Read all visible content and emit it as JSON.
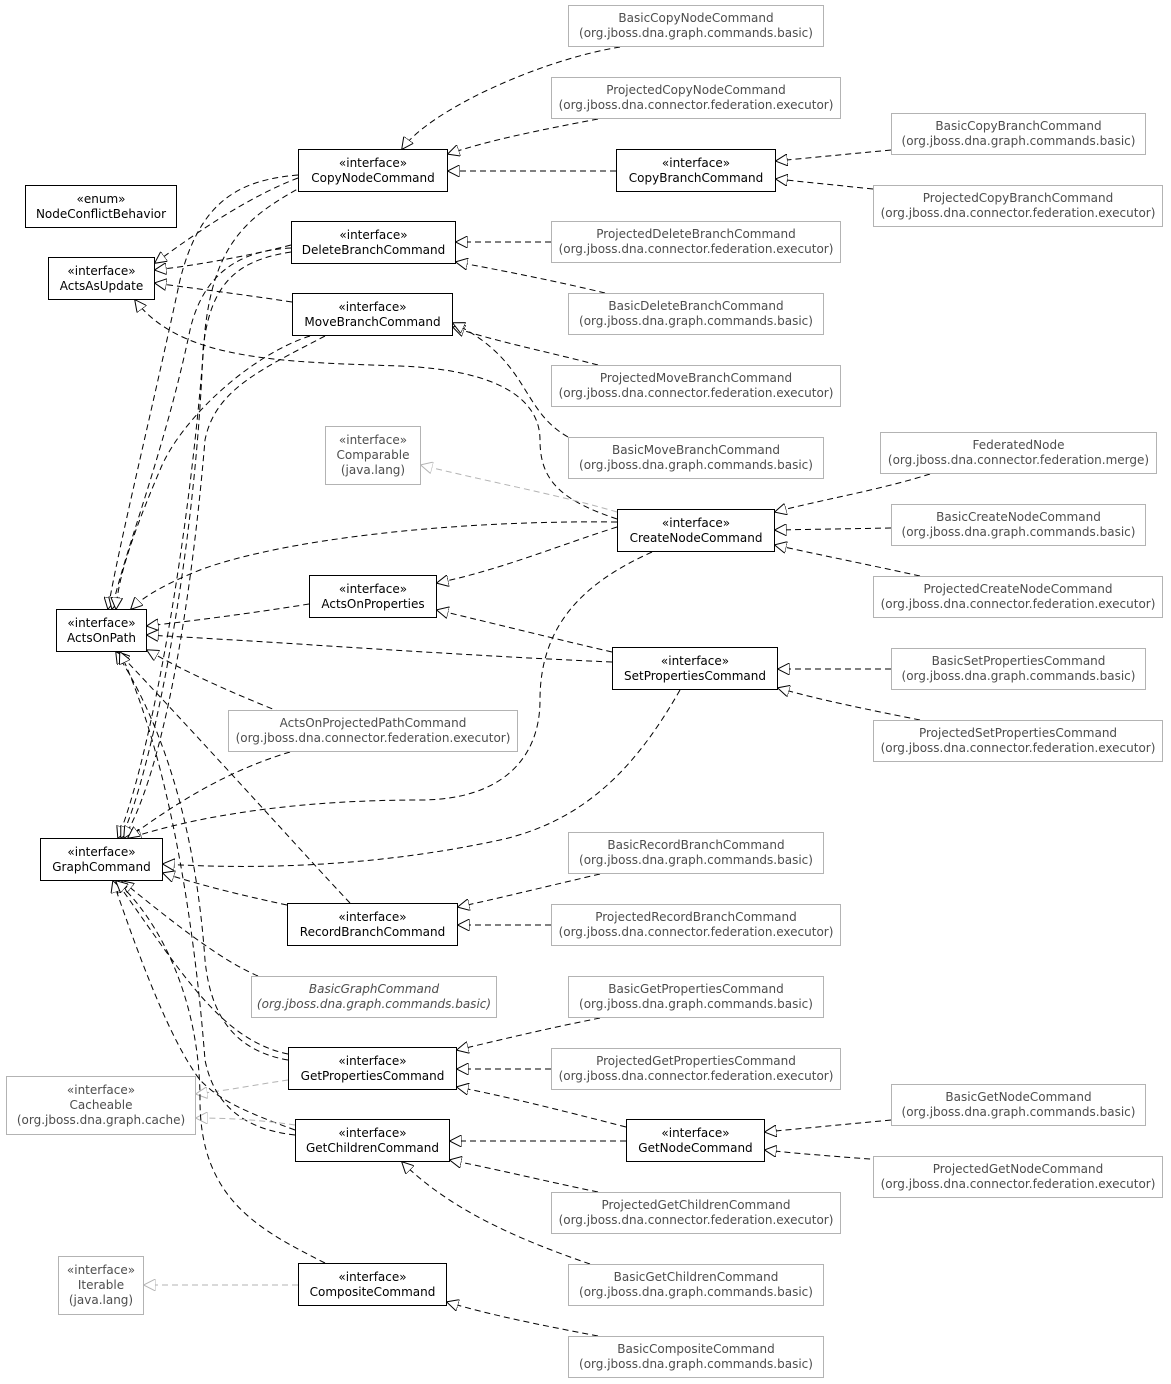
{
  "theme": {
    "core_border": "#000000",
    "core_text": "#000000",
    "external_border": "#b3b3b3",
    "external_text": "#4d4d4d",
    "external_edge": "#b3b3b3",
    "edge": "#000000"
  },
  "nodes": [
    {
      "id": "BasicCopyNodeCommand",
      "kind": "external",
      "lines": [
        "BasicCopyNodeCommand",
        "(org.jboss.dna.graph.commands.basic)"
      ]
    },
    {
      "id": "ProjectedCopyNodeCommand",
      "kind": "external",
      "lines": [
        "ProjectedCopyNodeCommand",
        "(org.jboss.dna.connector.federation.executor)"
      ]
    },
    {
      "id": "BasicCopyBranchCommand",
      "kind": "external",
      "lines": [
        "BasicCopyBranchCommand",
        "(org.jboss.dna.graph.commands.basic)"
      ]
    },
    {
      "id": "CopyNodeCommand",
      "kind": "core",
      "lines": [
        "«interface»",
        "CopyNodeCommand"
      ]
    },
    {
      "id": "CopyBranchCommand",
      "kind": "core",
      "lines": [
        "«interface»",
        "CopyBranchCommand"
      ]
    },
    {
      "id": "ProjectedCopyBranchCommand",
      "kind": "external",
      "lines": [
        "ProjectedCopyBranchCommand",
        "(org.jboss.dna.connector.federation.executor)"
      ]
    },
    {
      "id": "NodeConflictBehavior",
      "kind": "core",
      "lines": [
        "«enum»",
        "NodeConflictBehavior"
      ]
    },
    {
      "id": "DeleteBranchCommand",
      "kind": "core",
      "lines": [
        "«interface»",
        "DeleteBranchCommand"
      ]
    },
    {
      "id": "ProjectedDeleteBranchCommand",
      "kind": "external",
      "lines": [
        "ProjectedDeleteBranchCommand",
        "(org.jboss.dna.connector.federation.executor)"
      ]
    },
    {
      "id": "ActsAsUpdate",
      "kind": "core",
      "lines": [
        "«interface»",
        "ActsAsUpdate"
      ]
    },
    {
      "id": "MoveBranchCommand",
      "kind": "core",
      "lines": [
        "«interface»",
        "MoveBranchCommand"
      ]
    },
    {
      "id": "BasicDeleteBranchCommand",
      "kind": "external",
      "lines": [
        "BasicDeleteBranchCommand",
        "(org.jboss.dna.graph.commands.basic)"
      ]
    },
    {
      "id": "ProjectedMoveBranchCommand",
      "kind": "external",
      "lines": [
        "ProjectedMoveBranchCommand",
        "(org.jboss.dna.connector.federation.executor)"
      ]
    },
    {
      "id": "Comparable",
      "kind": "external",
      "lines": [
        "«interface»",
        "Comparable",
        "(java.lang)"
      ]
    },
    {
      "id": "BasicMoveBranchCommand",
      "kind": "external",
      "lines": [
        "BasicMoveBranchCommand",
        "(org.jboss.dna.graph.commands.basic)"
      ]
    },
    {
      "id": "FederatedNode",
      "kind": "external",
      "lines": [
        "FederatedNode",
        "(org.jboss.dna.connector.federation.merge)"
      ]
    },
    {
      "id": "CreateNodeCommand",
      "kind": "core",
      "lines": [
        "«interface»",
        "CreateNodeCommand"
      ]
    },
    {
      "id": "BasicCreateNodeCommand",
      "kind": "external",
      "lines": [
        "BasicCreateNodeCommand",
        "(org.jboss.dna.graph.commands.basic)"
      ]
    },
    {
      "id": "ActsOnProperties",
      "kind": "core",
      "lines": [
        "«interface»",
        "ActsOnProperties"
      ]
    },
    {
      "id": "ProjectedCreateNodeCommand",
      "kind": "external",
      "lines": [
        "ProjectedCreateNodeCommand",
        "(org.jboss.dna.connector.federation.executor)"
      ]
    },
    {
      "id": "ActsOnPath",
      "kind": "core",
      "lines": [
        "«interface»",
        "ActsOnPath"
      ]
    },
    {
      "id": "SetPropertiesCommand",
      "kind": "core",
      "lines": [
        "«interface»",
        "SetPropertiesCommand"
      ]
    },
    {
      "id": "BasicSetPropertiesCommand",
      "kind": "external",
      "lines": [
        "BasicSetPropertiesCommand",
        "(org.jboss.dna.graph.commands.basic)"
      ]
    },
    {
      "id": "ActsOnProjectedPathCommand",
      "kind": "external",
      "lines": [
        "ActsOnProjectedPathCommand",
        "(org.jboss.dna.connector.federation.executor)"
      ]
    },
    {
      "id": "ProjectedSetPropertiesCommand",
      "kind": "external",
      "lines": [
        "ProjectedSetPropertiesCommand",
        "(org.jboss.dna.connector.federation.executor)"
      ]
    },
    {
      "id": "GraphCommand",
      "kind": "core",
      "lines": [
        "«interface»",
        "GraphCommand"
      ]
    },
    {
      "id": "BasicRecordBranchCommand",
      "kind": "external",
      "lines": [
        "BasicRecordBranchCommand",
        "(org.jboss.dna.graph.commands.basic)"
      ]
    },
    {
      "id": "RecordBranchCommand",
      "kind": "core",
      "lines": [
        "«interface»",
        "RecordBranchCommand"
      ]
    },
    {
      "id": "ProjectedRecordBranchCommand",
      "kind": "external",
      "lines": [
        "ProjectedRecordBranchCommand",
        "(org.jboss.dna.connector.federation.executor)"
      ]
    },
    {
      "id": "BasicGraphCommand",
      "kind": "external",
      "italic": true,
      "lines": [
        "BasicGraphCommand",
        "(org.jboss.dna.graph.commands.basic)"
      ]
    },
    {
      "id": "BasicGetPropertiesCommand",
      "kind": "external",
      "lines": [
        "BasicGetPropertiesCommand",
        "(org.jboss.dna.graph.commands.basic)"
      ]
    },
    {
      "id": "GetPropertiesCommand",
      "kind": "core",
      "lines": [
        "«interface»",
        "GetPropertiesCommand"
      ]
    },
    {
      "id": "ProjectedGetPropertiesCommand",
      "kind": "external",
      "lines": [
        "ProjectedGetPropertiesCommand",
        "(org.jboss.dna.connector.federation.executor)"
      ]
    },
    {
      "id": "Cacheable",
      "kind": "external",
      "lines": [
        "«interface»",
        "Cacheable",
        "(org.jboss.dna.graph.cache)"
      ]
    },
    {
      "id": "BasicGetNodeCommand",
      "kind": "external",
      "lines": [
        "BasicGetNodeCommand",
        "(org.jboss.dna.graph.commands.basic)"
      ]
    },
    {
      "id": "GetChildrenCommand",
      "kind": "core",
      "lines": [
        "«interface»",
        "GetChildrenCommand"
      ]
    },
    {
      "id": "GetNodeCommand",
      "kind": "core",
      "lines": [
        "«interface»",
        "GetNodeCommand"
      ]
    },
    {
      "id": "ProjectedGetNodeCommand",
      "kind": "external",
      "lines": [
        "ProjectedGetNodeCommand",
        "(org.jboss.dna.connector.federation.executor)"
      ]
    },
    {
      "id": "ProjectedGetChildrenCommand",
      "kind": "external",
      "lines": [
        "ProjectedGetChildrenCommand",
        "(org.jboss.dna.connector.federation.executor)"
      ]
    },
    {
      "id": "Iterable",
      "kind": "external",
      "lines": [
        "«interface»",
        "Iterable",
        "(java.lang)"
      ]
    },
    {
      "id": "CompositeCommand",
      "kind": "core",
      "lines": [
        "«interface»",
        "CompositeCommand"
      ]
    },
    {
      "id": "BasicGetChildrenCommand",
      "kind": "external",
      "lines": [
        "BasicGetChildrenCommand",
        "(org.jboss.dna.graph.commands.basic)"
      ]
    },
    {
      "id": "BasicCompositeCommand",
      "kind": "external",
      "lines": [
        "BasicCompositeCommand",
        "(org.jboss.dna.graph.commands.basic)"
      ]
    }
  ],
  "edges": [
    {
      "from": "BasicCopyNodeCommand",
      "to": "CopyNodeCommand"
    },
    {
      "from": "ProjectedCopyNodeCommand",
      "to": "CopyNodeCommand"
    },
    {
      "from": "CopyBranchCommand",
      "to": "CopyNodeCommand"
    },
    {
      "from": "BasicCopyBranchCommand",
      "to": "CopyBranchCommand"
    },
    {
      "from": "ProjectedCopyBranchCommand",
      "to": "CopyBranchCommand"
    },
    {
      "from": "CopyNodeCommand",
      "to": "ActsAsUpdate"
    },
    {
      "from": "CopyNodeCommand",
      "to": "ActsOnPath"
    },
    {
      "from": "CopyNodeCommand",
      "to": "GraphCommand"
    },
    {
      "from": "ProjectedDeleteBranchCommand",
      "to": "DeleteBranchCommand"
    },
    {
      "from": "BasicDeleteBranchCommand",
      "to": "DeleteBranchCommand"
    },
    {
      "from": "DeleteBranchCommand",
      "to": "ActsAsUpdate"
    },
    {
      "from": "DeleteBranchCommand",
      "to": "ActsOnPath"
    },
    {
      "from": "DeleteBranchCommand",
      "to": "GraphCommand"
    },
    {
      "from": "MoveBranchCommand",
      "to": "ActsAsUpdate"
    },
    {
      "from": "MoveBranchCommand",
      "to": "ActsOnPath"
    },
    {
      "from": "MoveBranchCommand",
      "to": "GraphCommand"
    },
    {
      "from": "ProjectedMoveBranchCommand",
      "to": "MoveBranchCommand"
    },
    {
      "from": "BasicMoveBranchCommand",
      "to": "MoveBranchCommand"
    },
    {
      "from": "CreateNodeCommand",
      "to": "ActsAsUpdate"
    },
    {
      "from": "CreateNodeCommand",
      "to": "Comparable",
      "external": true
    },
    {
      "from": "CreateNodeCommand",
      "to": "ActsOnPath"
    },
    {
      "from": "CreateNodeCommand",
      "to": "ActsOnProperties"
    },
    {
      "from": "CreateNodeCommand",
      "to": "GraphCommand"
    },
    {
      "from": "FederatedNode",
      "to": "CreateNodeCommand"
    },
    {
      "from": "BasicCreateNodeCommand",
      "to": "CreateNodeCommand"
    },
    {
      "from": "ProjectedCreateNodeCommand",
      "to": "CreateNodeCommand"
    },
    {
      "from": "ActsOnProperties",
      "to": "ActsOnPath"
    },
    {
      "from": "SetPropertiesCommand",
      "to": "ActsOnProperties"
    },
    {
      "from": "SetPropertiesCommand",
      "to": "ActsOnPath"
    },
    {
      "from": "SetPropertiesCommand",
      "to": "GraphCommand"
    },
    {
      "from": "BasicSetPropertiesCommand",
      "to": "SetPropertiesCommand"
    },
    {
      "from": "ProjectedSetPropertiesCommand",
      "to": "SetPropertiesCommand"
    },
    {
      "from": "ActsOnProjectedPathCommand",
      "to": "ActsOnPath"
    },
    {
      "from": "ActsOnProjectedPathCommand",
      "to": "GraphCommand"
    },
    {
      "from": "RecordBranchCommand",
      "to": "ActsOnPath"
    },
    {
      "from": "RecordBranchCommand",
      "to": "GraphCommand"
    },
    {
      "from": "BasicRecordBranchCommand",
      "to": "RecordBranchCommand"
    },
    {
      "from": "ProjectedRecordBranchCommand",
      "to": "RecordBranchCommand"
    },
    {
      "from": "BasicGraphCommand",
      "to": "GraphCommand"
    },
    {
      "from": "GetPropertiesCommand",
      "to": "GraphCommand"
    },
    {
      "from": "GetPropertiesCommand",
      "to": "ActsOnPath"
    },
    {
      "from": "GetPropertiesCommand",
      "to": "Cacheable",
      "external": true
    },
    {
      "from": "BasicGetPropertiesCommand",
      "to": "GetPropertiesCommand"
    },
    {
      "from": "ProjectedGetPropertiesCommand",
      "to": "GetPropertiesCommand"
    },
    {
      "from": "GetNodeCommand",
      "to": "GetPropertiesCommand"
    },
    {
      "from": "GetNodeCommand",
      "to": "GetChildrenCommand"
    },
    {
      "from": "BasicGetNodeCommand",
      "to": "GetNodeCommand"
    },
    {
      "from": "ProjectedGetNodeCommand",
      "to": "GetNodeCommand"
    },
    {
      "from": "GetChildrenCommand",
      "to": "GraphCommand"
    },
    {
      "from": "GetChildrenCommand",
      "to": "ActsOnPath"
    },
    {
      "from": "GetChildrenCommand",
      "to": "Cacheable",
      "external": true
    },
    {
      "from": "ProjectedGetChildrenCommand",
      "to": "GetChildrenCommand"
    },
    {
      "from": "BasicGetChildrenCommand",
      "to": "GetChildrenCommand"
    },
    {
      "from": "CompositeCommand",
      "to": "GraphCommand"
    },
    {
      "from": "CompositeCommand",
      "to": "Iterable",
      "external": true
    },
    {
      "from": "BasicCompositeCommand",
      "to": "CompositeCommand"
    }
  ]
}
